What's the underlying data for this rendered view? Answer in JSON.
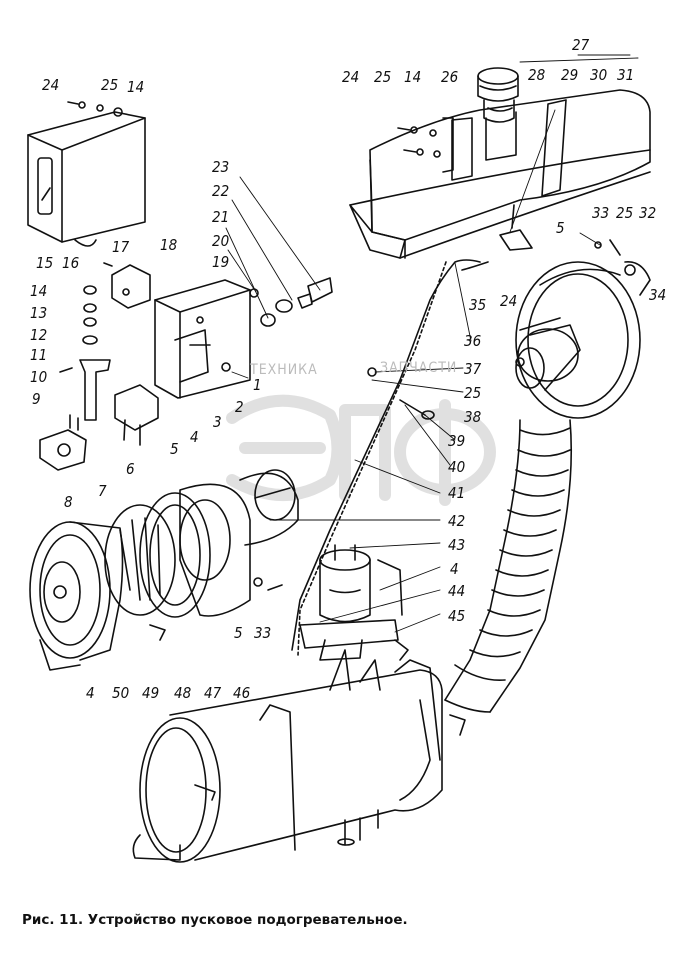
{
  "caption": "Рис. 11. Устройство пусковое подогревательное.",
  "watermark": {
    "left": "ТЕХНИКА",
    "right": "ЗАПЧАСТИ",
    "big": "ЭПФ"
  },
  "callouts": [
    "1",
    "2",
    "3",
    "4",
    "5",
    "6",
    "7",
    "8",
    "9",
    "10",
    "11",
    "12",
    "13",
    "14",
    "15",
    "16",
    "17",
    "18",
    "19",
    "20",
    "21",
    "22",
    "23",
    "24",
    "25",
    "26",
    "27",
    "28",
    "29",
    "30",
    "31",
    "32",
    "33",
    "34",
    "35",
    "36",
    "37",
    "38",
    "39",
    "40",
    "41",
    "42",
    "43",
    "44",
    "45",
    "46",
    "47",
    "48",
    "49",
    "50"
  ],
  "colors": {
    "line": "#111111",
    "watermark": "#bbbbbb"
  }
}
